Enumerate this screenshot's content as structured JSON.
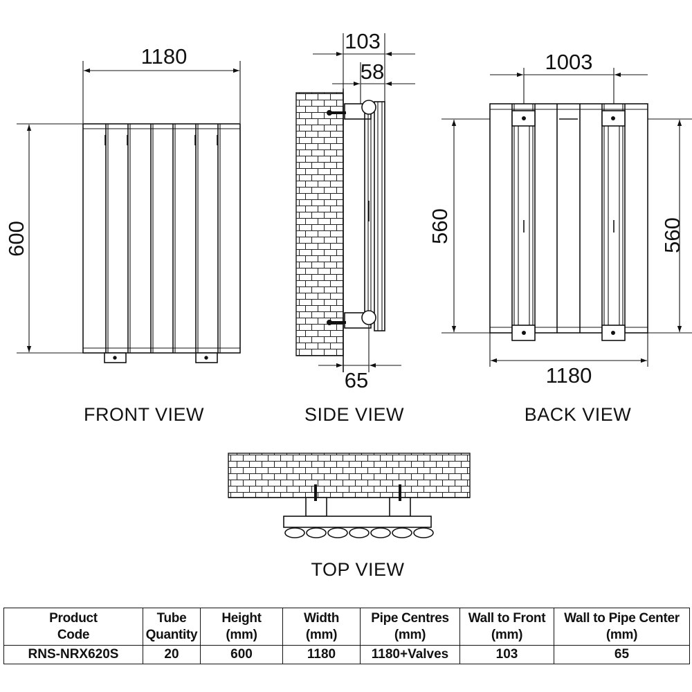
{
  "dimensions": {
    "front_width": "1180",
    "front_height": "600",
    "side_depth": "103",
    "side_inner": "58",
    "side_pipe": "65",
    "back_pipe_centres": "1003",
    "back_left_height": "560",
    "back_right_height": "560",
    "back_width": "1180"
  },
  "views": {
    "front": "FRONT VIEW",
    "side": "SIDE VIEW",
    "back": "BACK VIEW",
    "top": "TOP VIEW"
  },
  "table": {
    "headers": [
      [
        "Product",
        "Code"
      ],
      [
        "Tube",
        "Quantity"
      ],
      [
        "Height",
        "(mm)"
      ],
      [
        "Width",
        "(mm)"
      ],
      [
        "Pipe Centres",
        "(mm)"
      ],
      [
        "Wall to Front",
        "(mm)"
      ],
      [
        "Wall to Pipe Center",
        "(mm)"
      ]
    ],
    "rows": [
      [
        "RNS-NRX620S",
        "20",
        "600",
        "1180",
        "1180+Valves",
        "103",
        "65"
      ]
    ]
  }
}
